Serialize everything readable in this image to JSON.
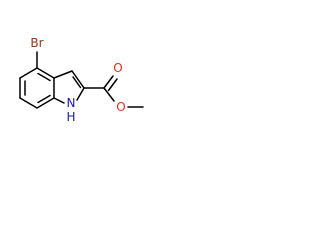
{
  "molecule": {
    "atoms": {
      "bromine": "Br",
      "nh_nitrogen": "N",
      "nh_hydrogen": "H",
      "carbonyl_oxygen": "O",
      "ester_oxygen": "O"
    },
    "colors": {
      "bond": "#000000",
      "bromine": "#8b3a1a",
      "nitrogen": "#1a1aa6",
      "oxygen": "#e0321e"
    }
  }
}
